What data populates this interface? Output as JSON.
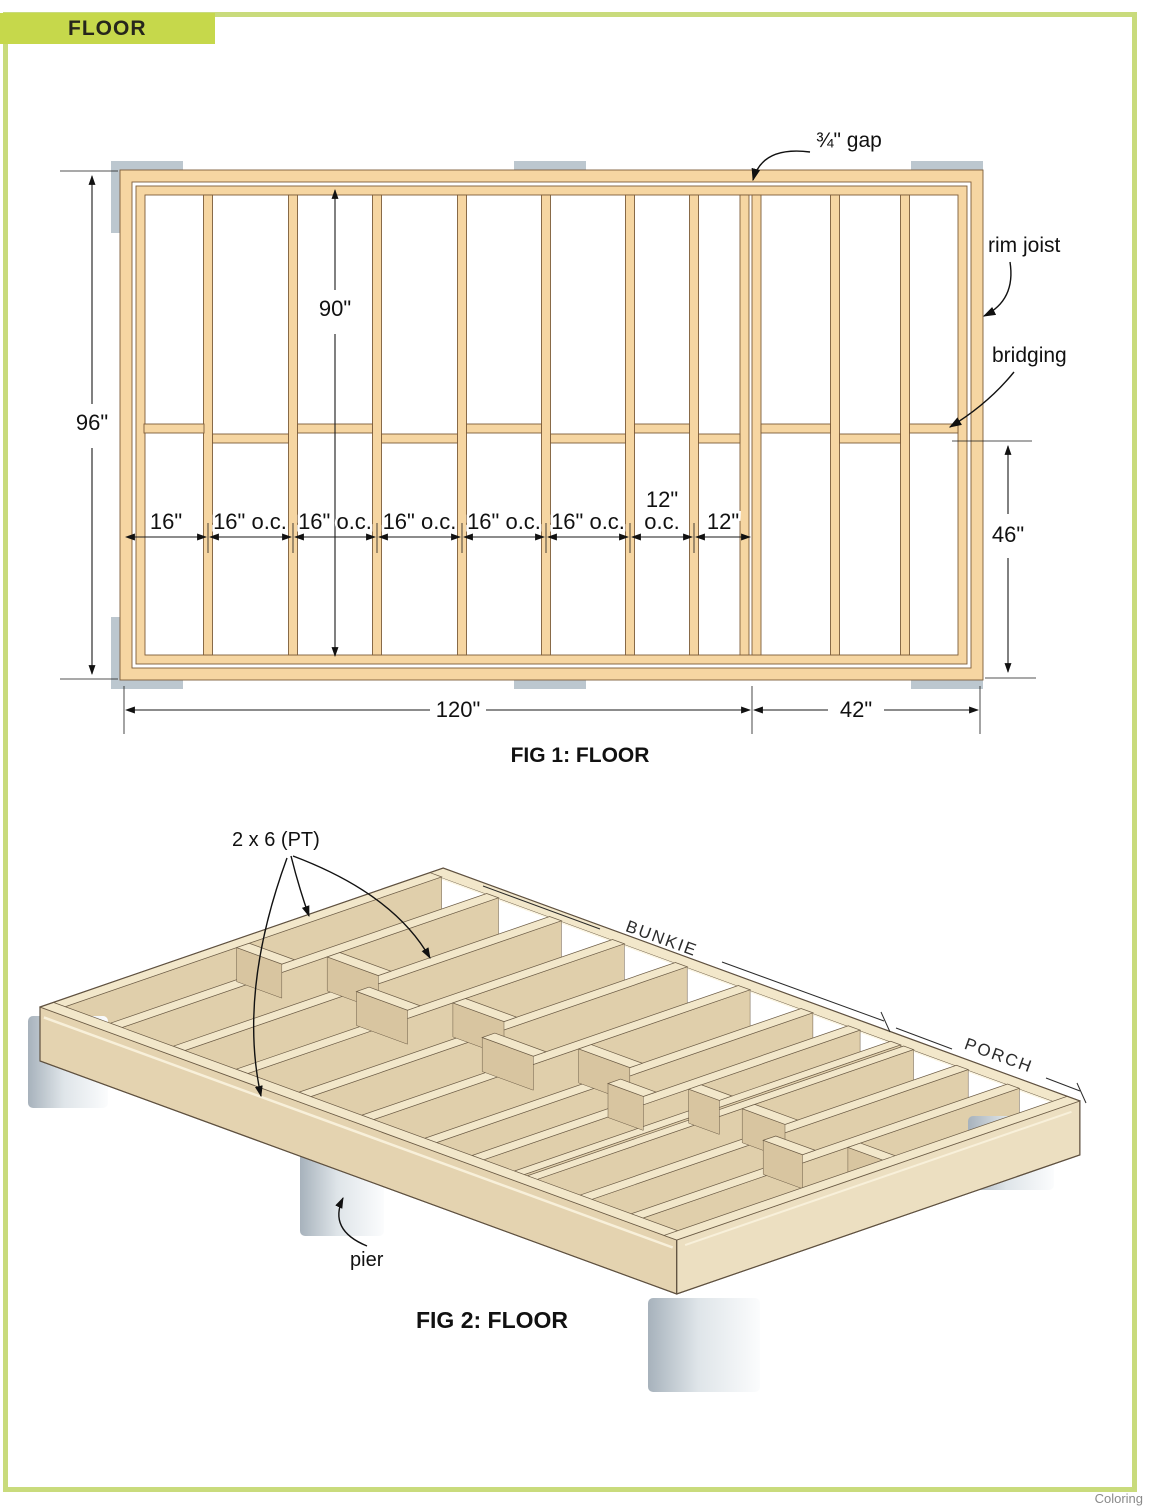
{
  "page": {
    "footer_credit": "Coloring"
  },
  "header": {
    "title": "FLOOR"
  },
  "colors": {
    "accent_lime": "#c6d84b",
    "page_border_green": "#c9db7c",
    "lumber_fill": "#f6d6a2",
    "lumber_outline": "#7d5c39",
    "pier_gray": "#bcc7cf",
    "iso_lumber_cream": "#f2e7ca"
  },
  "fig1": {
    "caption": "FIG 1: FLOOR",
    "callouts": {
      "gap": "¾\" gap",
      "rim_joist": "rim joist",
      "bridging": "bridging"
    },
    "dimensions": {
      "overall_depth": "96\"",
      "joist_length": "90\"",
      "bridging_to_edge": "46\"",
      "bunkie_length": "120\"",
      "porch_length": "42\""
    },
    "spacing_labels": [
      "16\"",
      "16\" o.c.",
      "16\" o.c.",
      "16\" o.c.",
      "16\" o.c.",
      "16\" o.c.",
      "12\"",
      "o.c.",
      "12\""
    ]
  },
  "fig2": {
    "caption": "FIG 2: FLOOR",
    "labels": {
      "lumber": "2 x 6 (PT)",
      "bunkie": "BUNKIE",
      "porch": "PORCH",
      "pier": "pier"
    }
  }
}
